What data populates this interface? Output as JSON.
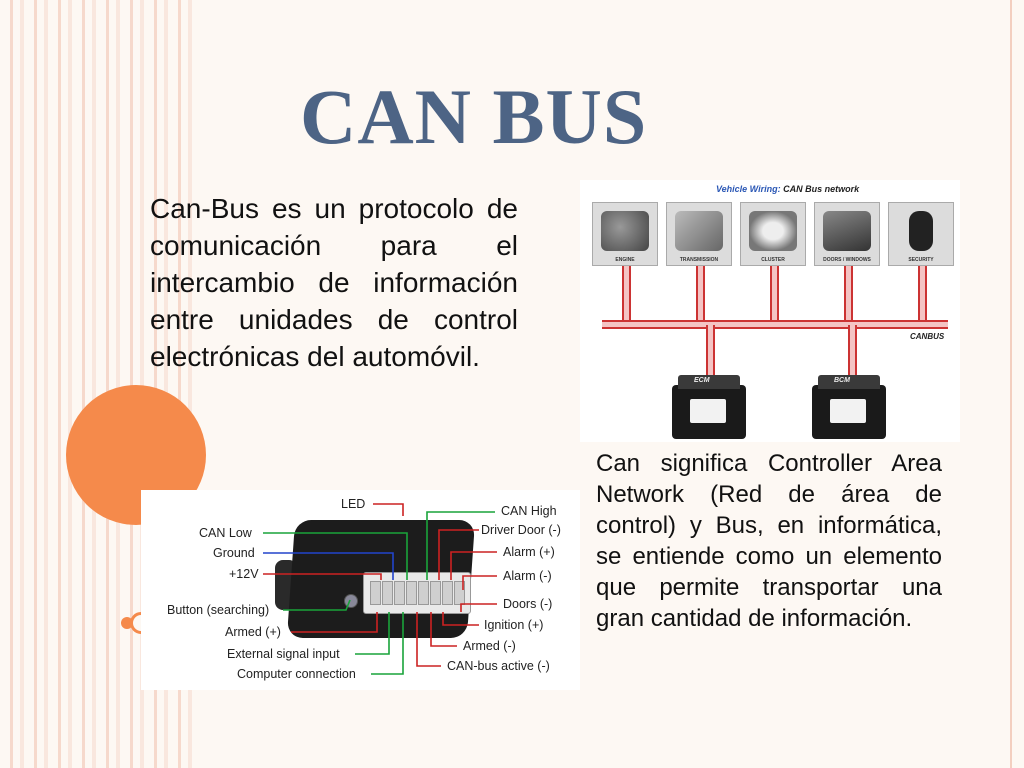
{
  "slide": {
    "title": "CAN BUS",
    "paragraph_left": "Can-Bus es un protocolo de comunicación para el intercambio de información entre unidades de control electrónicas del automóvil.",
    "paragraph_right": "Can significa Controller Area Network (Red de área de control) y Bus, en informática, se entiende como un elemento que permite transportar una gran cantidad de información."
  },
  "network_image": {
    "title_prefix": "Vehicle Wiring:",
    "title_rest": "CAN Bus network",
    "bus_label": "CANBUS",
    "modules": [
      "ENGINE",
      "TRANSMISSION",
      "CLUSTER",
      "DOORS / WINDOWS",
      "SECURITY"
    ],
    "ecus": [
      "ECM",
      "BCM"
    ]
  },
  "connector_image": {
    "left_labels": [
      "CAN Low",
      "Ground",
      "+12V",
      "Button (searching)",
      "Armed (+)",
      "External signal input",
      "Computer connection"
    ],
    "top_label": "LED",
    "right_labels": [
      "CAN High",
      "Driver Door (-)",
      "Alarm (+)",
      "Alarm (-)",
      "Doors (-)",
      "Ignition (+)",
      "Armed (-)",
      "CAN-bus active (-)"
    ]
  },
  "colors": {
    "title": "#4d6485",
    "accent_orange": "#f58a4b",
    "stripe": "#f6d9cc",
    "bus_red": "#cc3333"
  }
}
